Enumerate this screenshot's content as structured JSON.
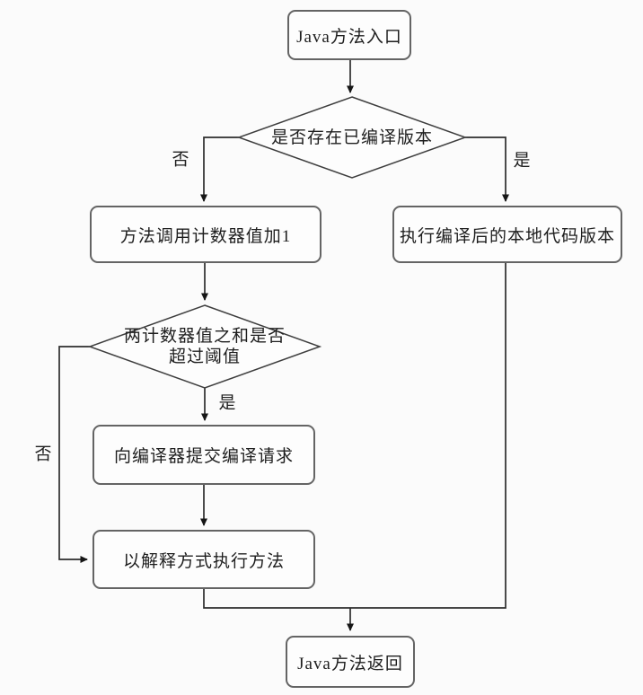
{
  "flowchart": {
    "nodes": {
      "entry": {
        "label": "Java方法入口"
      },
      "decision_compiled_exists": {
        "label": "是否存在已编译版本"
      },
      "increment_counter": {
        "label": "方法调用计数器值加1"
      },
      "execute_native": {
        "label": "执行编译后的本地代码版本"
      },
      "decision_threshold": {
        "label_line1": "两计数器值之和是否",
        "label_line2": "超过阈值"
      },
      "submit_compile_request": {
        "label": "向编译器提交编译请求"
      },
      "interpret_execute": {
        "label": "以解释方式执行方法"
      },
      "method_return": {
        "label": "Java方法返回"
      }
    },
    "edge_labels": {
      "compiled_no": "否",
      "compiled_yes": "是",
      "threshold_yes": "是",
      "threshold_no": "否"
    },
    "colors": {
      "background": "#fbfbfb",
      "node_fill": "#fdfdfd",
      "node_border": "#646464",
      "connector_line": "#2d2d2d",
      "text": "#1e1e1e"
    }
  }
}
